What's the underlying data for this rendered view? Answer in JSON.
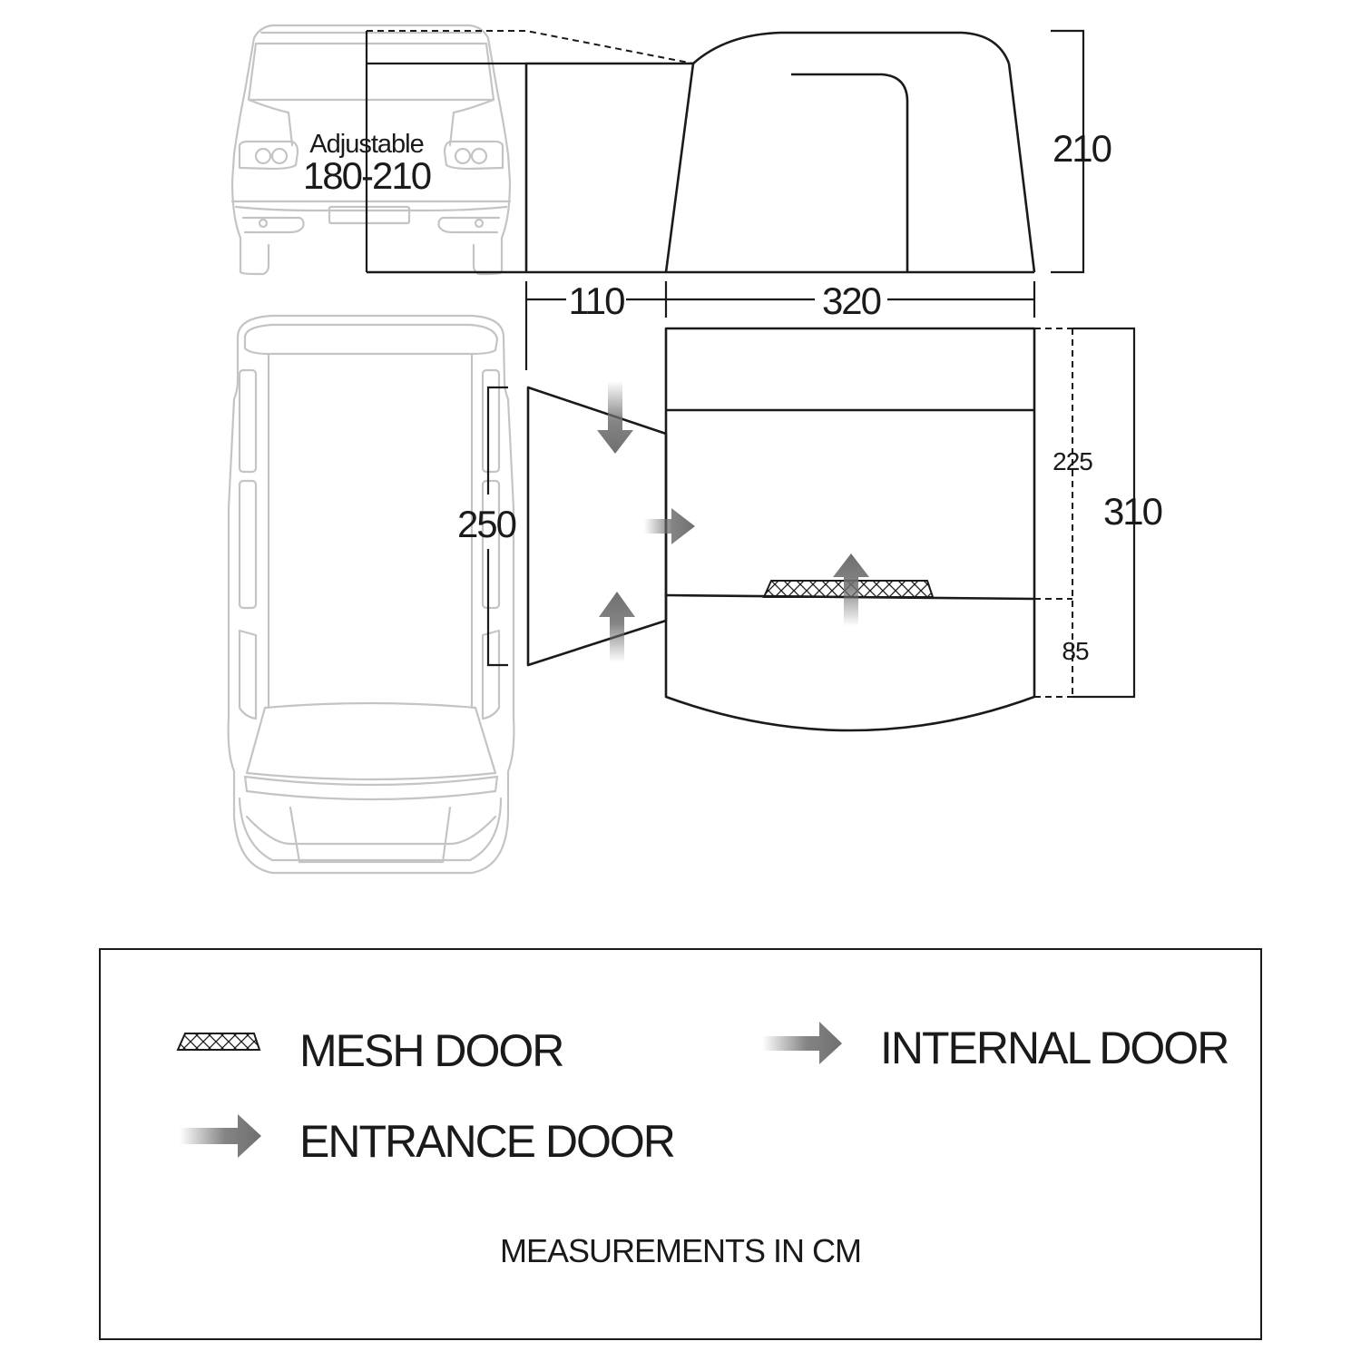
{
  "side_view": {
    "adjustable_label": "Adjustable",
    "adjustable_range": "180-210",
    "height": "210",
    "porch_length": "110",
    "main_length": "320"
  },
  "floor_plan": {
    "porch_width": "250",
    "section_front": "225",
    "section_back": "85",
    "total_width": "310"
  },
  "legend": {
    "mesh_door": "MESH DOOR",
    "internal_door": "INTERNAL DOOR",
    "entrance_door": "ENTRANCE DOOR",
    "note": "MEASUREMENTS IN CM"
  },
  "icons": [
    "mesh-door-icon",
    "internal-door-arrow-icon",
    "entrance-door-arrow-icon",
    "van-rear-outline",
    "van-top-outline"
  ],
  "colors": {
    "line": "#1a1a1a",
    "vehicle": "#c4c4c4",
    "arrow": "#6f6f6f",
    "background": "#ffffff"
  }
}
